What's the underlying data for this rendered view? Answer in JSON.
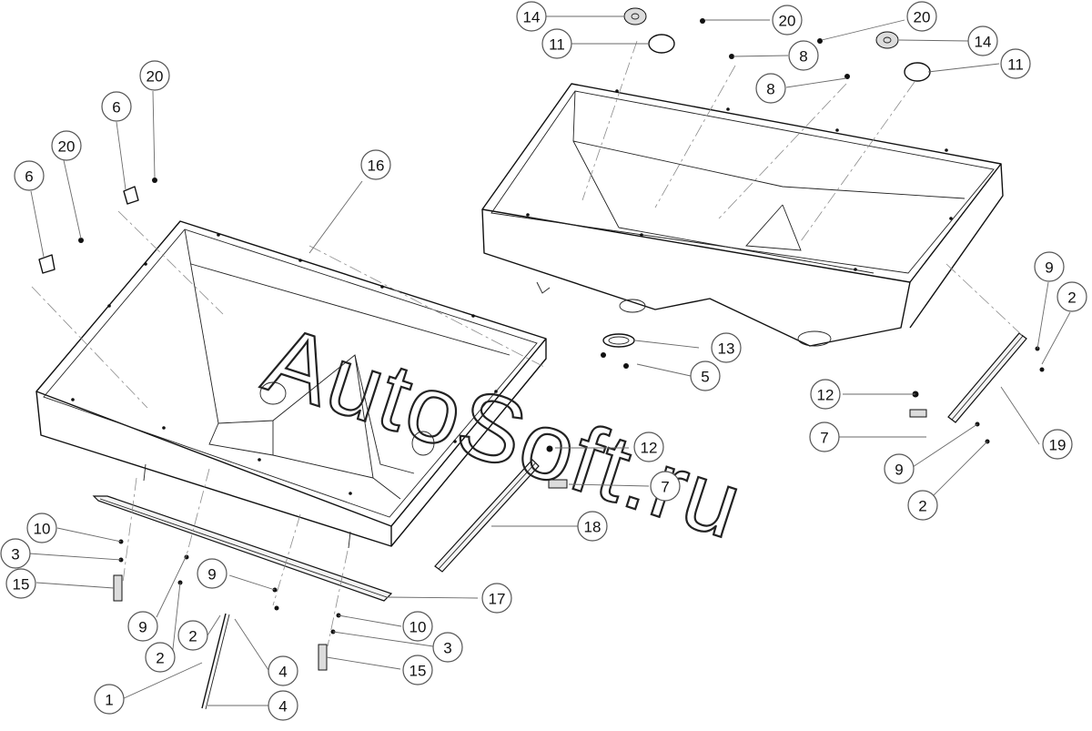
{
  "watermark": "AutoSoft.ru",
  "callouts": [
    "1",
    "2",
    "2",
    "2",
    "2",
    "3",
    "3",
    "4",
    "4",
    "5",
    "6",
    "6",
    "7",
    "7",
    "8",
    "8",
    "9",
    "9",
    "9",
    "9",
    "10",
    "10",
    "11",
    "11",
    "12",
    "12",
    "13",
    "14",
    "14",
    "15",
    "15",
    "16",
    "17",
    "18",
    "19",
    "20",
    "20",
    "20",
    "20"
  ]
}
